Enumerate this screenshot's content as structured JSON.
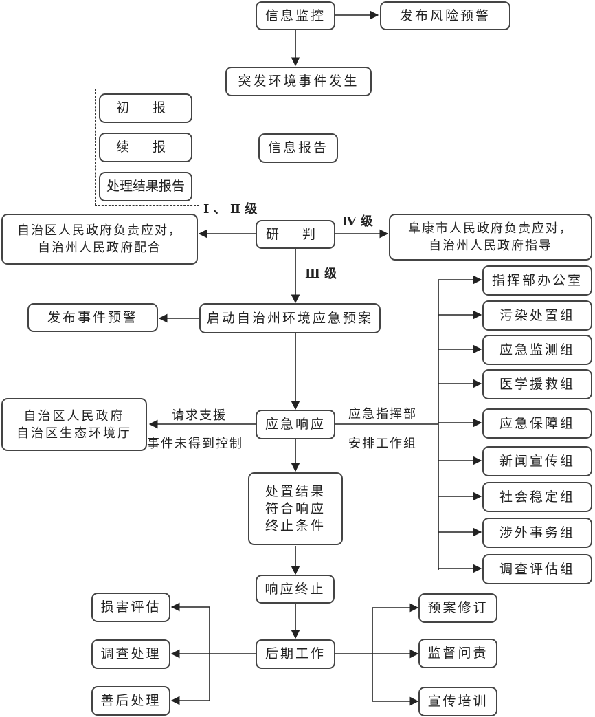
{
  "top": {
    "monitor": "信息监控",
    "risk_warning": "发布风险预警",
    "incident": "突发环境事件发生"
  },
  "report_group": {
    "initial": "初 报",
    "followup": "续 报",
    "result": "处理结果报告",
    "info_report": "信息报告"
  },
  "assess": {
    "label": "研 判",
    "level_1_2": "Ⅰ 、 Ⅱ 级",
    "level_3": "Ⅲ 级",
    "level_4": "Ⅳ 级",
    "left_box": "自治区人民政府负责应对，\n自治州人民政府配合",
    "right_box": "阜康市人民政府负责应对，\n自治州人民政府指导"
  },
  "plan": {
    "start": "启动自治州环境应急预案",
    "event_warning": "发布事件预警"
  },
  "response": {
    "label": "应急响应",
    "request_support": "请求支援",
    "not_controlled": "事件未得到控制",
    "higher_box": "自治区人民政府\n自治区生态环境厅",
    "hq_line1": "应急指挥部",
    "hq_line2": "安排工作组",
    "condition": "处置结果\n符合响应\n终止条件",
    "end": "响应终止"
  },
  "groups": [
    "指挥部办公室",
    "污染处置组",
    "应急监测组",
    "医学援救组",
    "应急保障组",
    "新闻宣传组",
    "社会稳定组",
    "涉外事务组",
    "调查评估组"
  ],
  "after": {
    "label": "后期工作",
    "left": [
      "损害评估",
      "调查处理",
      "善后处理"
    ],
    "right": [
      "预案修订",
      "监督问责",
      "宣传培训"
    ]
  },
  "colors": {
    "line": "#222222",
    "border": "#444444",
    "background": "#ffffff"
  }
}
